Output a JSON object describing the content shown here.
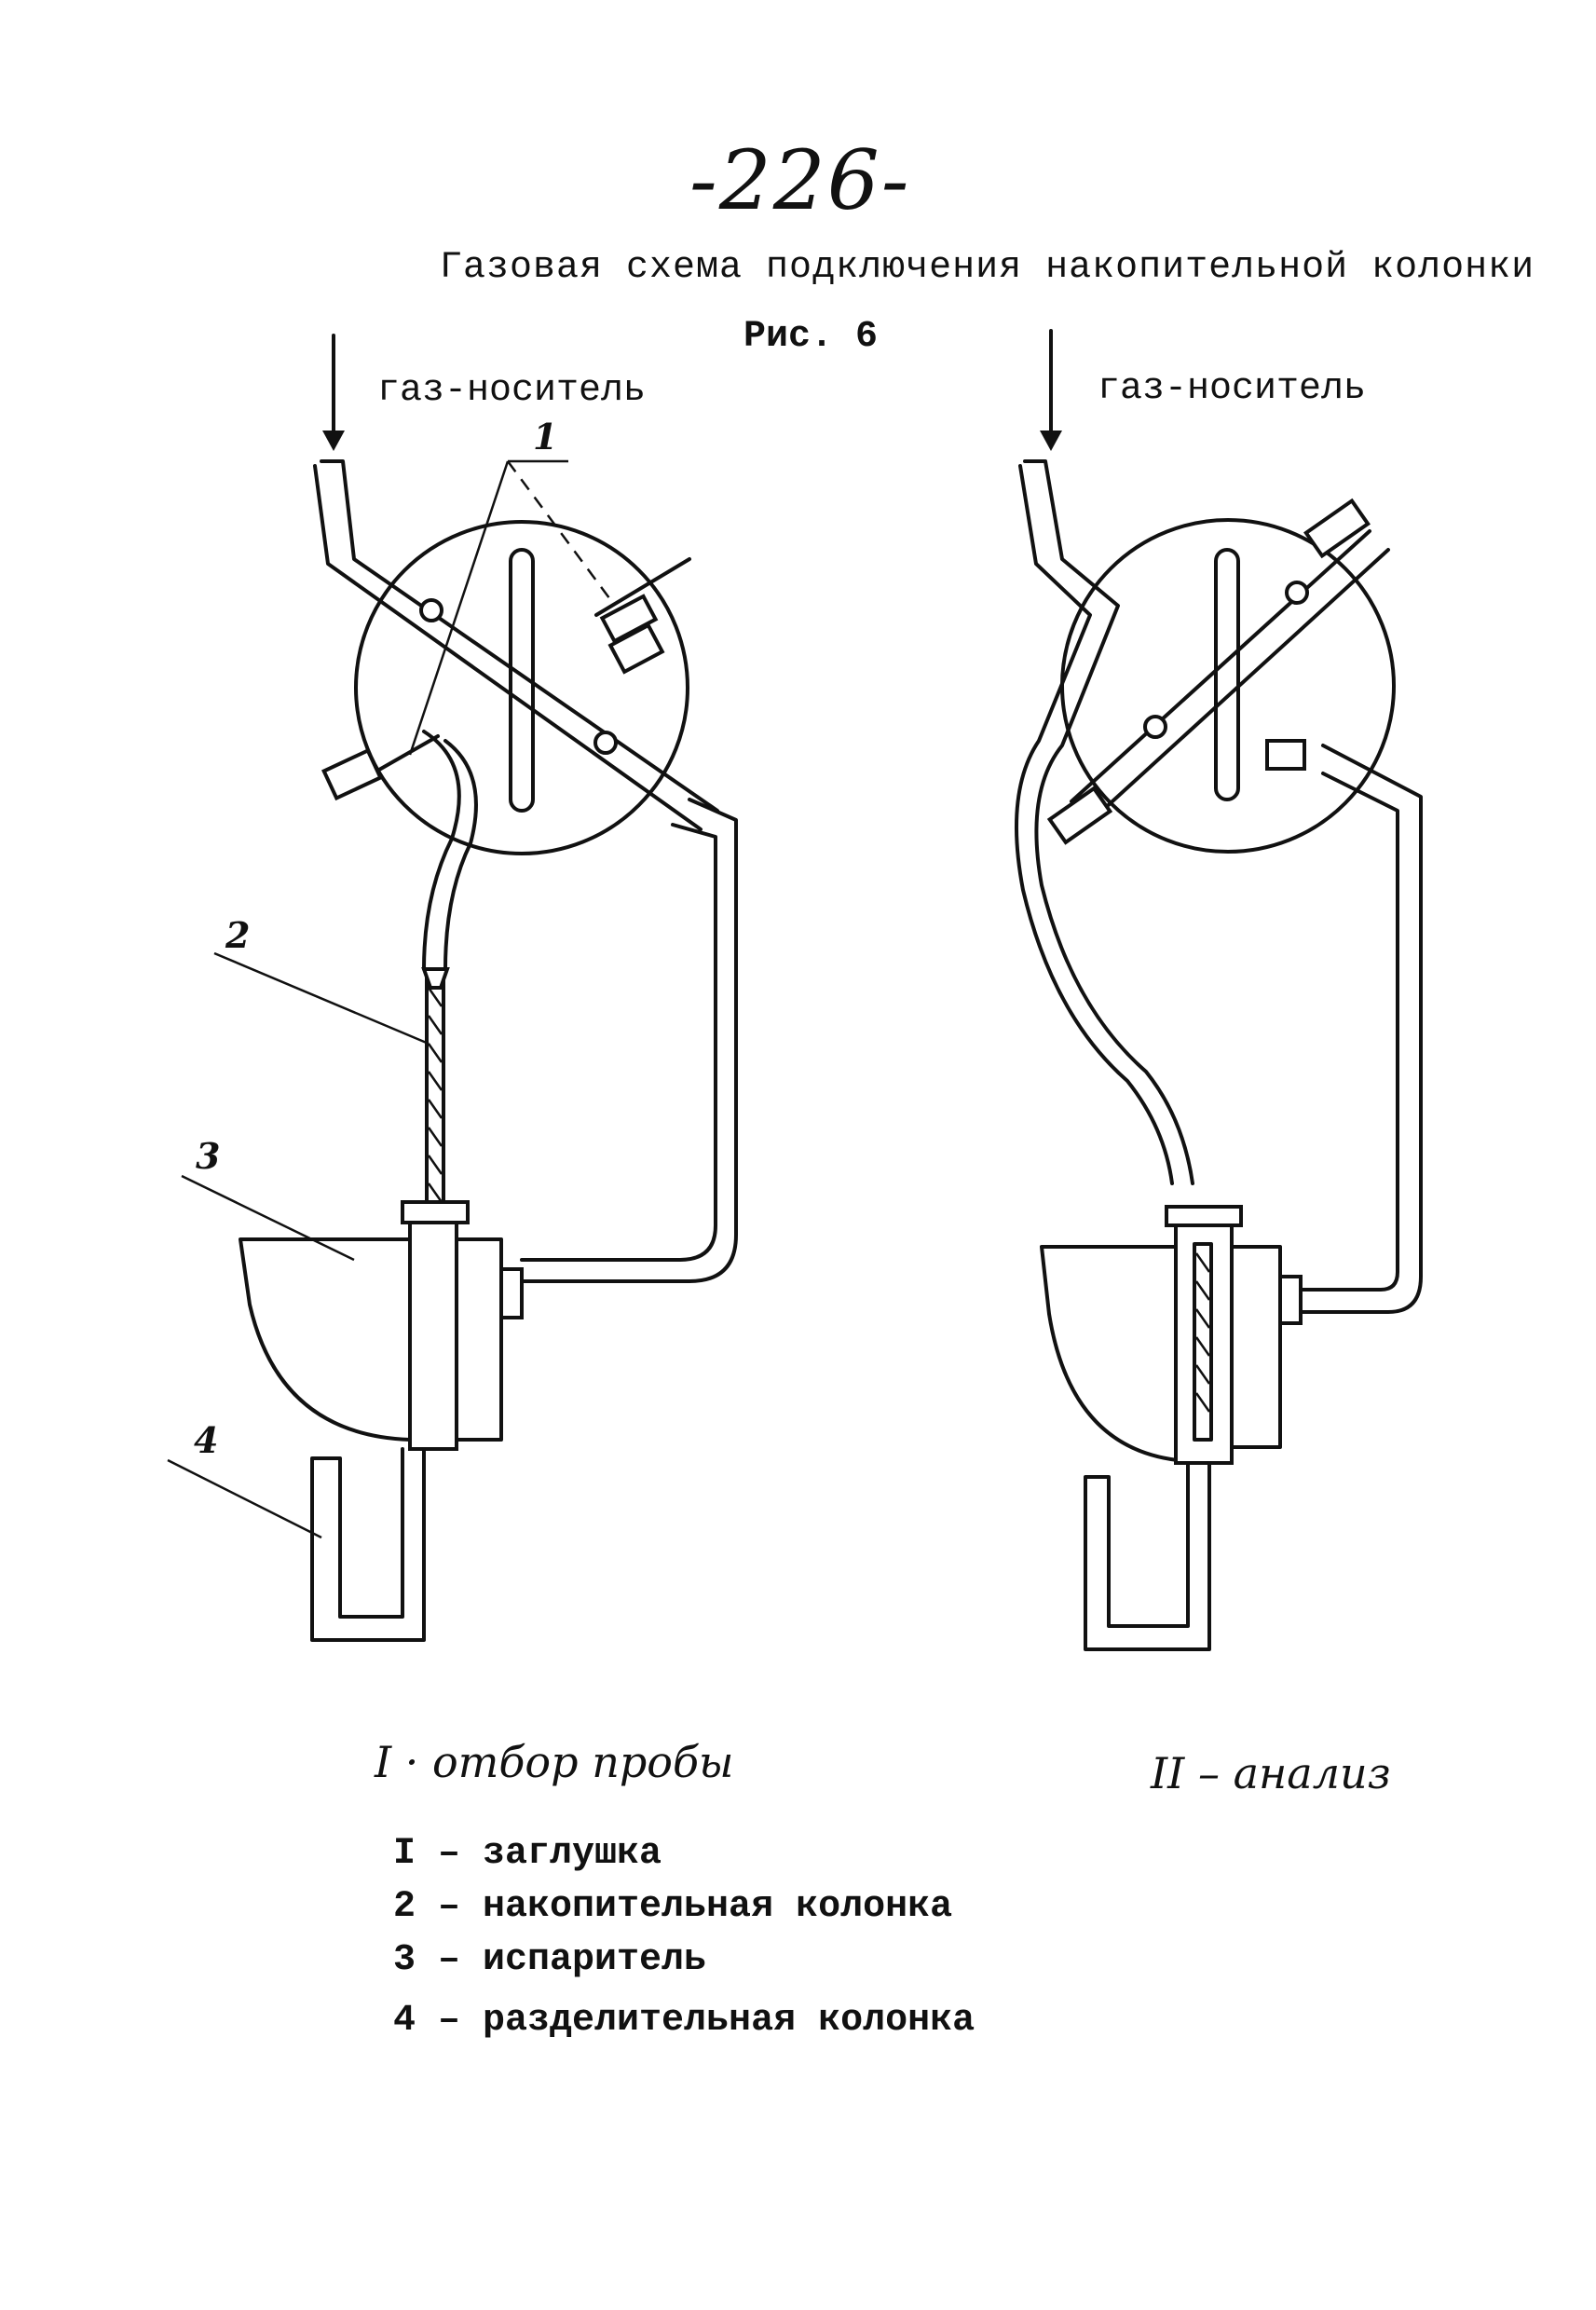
{
  "page_number": "-226-",
  "title": "Газовая схема подключения накопительной колонки",
  "figure_label": "Рис. 6",
  "carrier_gas_left": "газ-носитель",
  "carrier_gas_right": "газ-носитель",
  "callouts": [
    "1",
    "2",
    "3",
    "4"
  ],
  "modes": [
    "I · отбор пробы",
    "II – анализ"
  ],
  "legend": [
    "I – заглушка",
    "2 – накопительная колонка",
    "3 – испаритель",
    "4 – разделительная колонка"
  ]
}
